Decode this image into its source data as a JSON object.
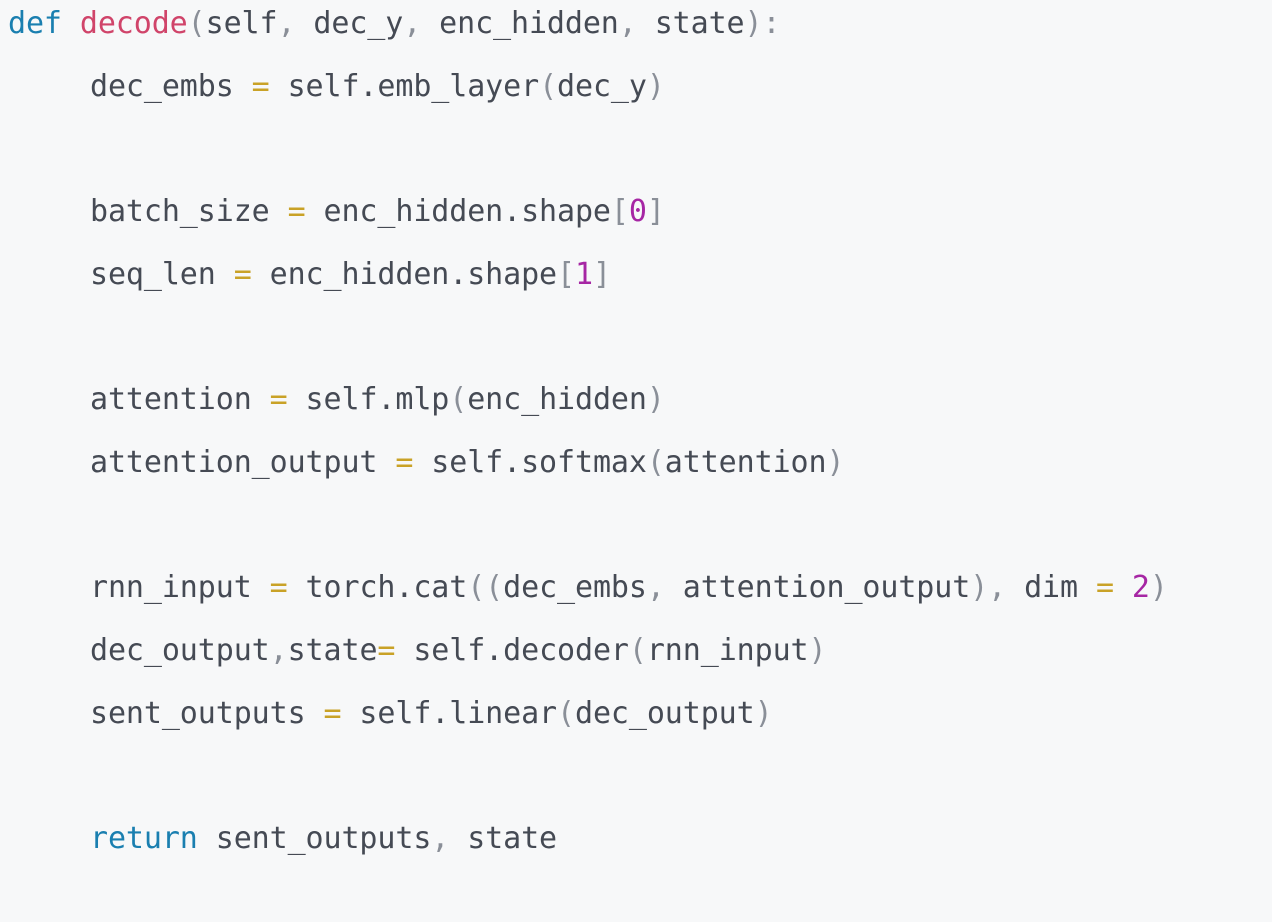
{
  "colors": {
    "background": "#f7f8f9",
    "keyword": "#1a7fb0",
    "function_name": "#d0446a",
    "number": "#a626a4",
    "operator": "#c9a227",
    "punctuation": "#8a8f98",
    "text": "#454a54"
  },
  "code": {
    "lines": [
      {
        "tokens": [
          {
            "t": "kw",
            "v": "def"
          },
          {
            "t": "tx",
            "v": " "
          },
          {
            "t": "fn",
            "v": "decode"
          },
          {
            "t": "pn",
            "v": "("
          },
          {
            "t": "tx",
            "v": "self"
          },
          {
            "t": "pn",
            "v": ","
          },
          {
            "t": "tx",
            "v": " dec_y"
          },
          {
            "t": "pn",
            "v": ","
          },
          {
            "t": "tx",
            "v": " enc_hidden"
          },
          {
            "t": "pn",
            "v": ","
          },
          {
            "t": "tx",
            "v": " state"
          },
          {
            "t": "pn",
            "v": "):"
          }
        ]
      },
      {
        "tokens": [
          {
            "t": "tx",
            "v": "dec_embs "
          },
          {
            "t": "op",
            "v": "="
          },
          {
            "t": "tx",
            "v": " self.emb_layer"
          },
          {
            "t": "pn",
            "v": "("
          },
          {
            "t": "tx",
            "v": "dec_y"
          },
          {
            "t": "pn",
            "v": ")"
          }
        ]
      },
      {
        "tokens": []
      },
      {
        "tokens": [
          {
            "t": "tx",
            "v": "batch_size "
          },
          {
            "t": "op",
            "v": "="
          },
          {
            "t": "tx",
            "v": " enc_hidden.shape"
          },
          {
            "t": "pn",
            "v": "["
          },
          {
            "t": "num",
            "v": "0"
          },
          {
            "t": "pn",
            "v": "]"
          }
        ]
      },
      {
        "tokens": [
          {
            "t": "tx",
            "v": "seq_len "
          },
          {
            "t": "op",
            "v": "="
          },
          {
            "t": "tx",
            "v": " enc_hidden.shape"
          },
          {
            "t": "pn",
            "v": "["
          },
          {
            "t": "num",
            "v": "1"
          },
          {
            "t": "pn",
            "v": "]"
          }
        ]
      },
      {
        "tokens": []
      },
      {
        "tokens": [
          {
            "t": "tx",
            "v": "attention "
          },
          {
            "t": "op",
            "v": "="
          },
          {
            "t": "tx",
            "v": " self.mlp"
          },
          {
            "t": "pn",
            "v": "("
          },
          {
            "t": "tx",
            "v": "enc_hidden"
          },
          {
            "t": "pn",
            "v": ")"
          }
        ]
      },
      {
        "tokens": [
          {
            "t": "tx",
            "v": "attention_output "
          },
          {
            "t": "op",
            "v": "="
          },
          {
            "t": "tx",
            "v": " self.softmax"
          },
          {
            "t": "pn",
            "v": "("
          },
          {
            "t": "tx",
            "v": "attention"
          },
          {
            "t": "pn",
            "v": ")"
          }
        ]
      },
      {
        "tokens": []
      },
      {
        "tokens": [
          {
            "t": "tx",
            "v": "rnn_input "
          },
          {
            "t": "op",
            "v": "="
          },
          {
            "t": "tx",
            "v": " torch.cat"
          },
          {
            "t": "pn",
            "v": "(("
          },
          {
            "t": "tx",
            "v": "dec_embs"
          },
          {
            "t": "pn",
            "v": ","
          },
          {
            "t": "tx",
            "v": " attention_output"
          },
          {
            "t": "pn",
            "v": "),"
          },
          {
            "t": "tx",
            "v": " dim "
          },
          {
            "t": "op",
            "v": "="
          },
          {
            "t": "tx",
            "v": " "
          },
          {
            "t": "num",
            "v": "2"
          },
          {
            "t": "pn",
            "v": ")"
          }
        ]
      },
      {
        "tokens": [
          {
            "t": "tx",
            "v": "dec_output"
          },
          {
            "t": "pn",
            "v": ","
          },
          {
            "t": "tx",
            "v": "state"
          },
          {
            "t": "op",
            "v": "="
          },
          {
            "t": "tx",
            "v": " self.decoder"
          },
          {
            "t": "pn",
            "v": "("
          },
          {
            "t": "tx",
            "v": "rnn_input"
          },
          {
            "t": "pn",
            "v": ")"
          }
        ]
      },
      {
        "tokens": [
          {
            "t": "tx",
            "v": "sent_outputs "
          },
          {
            "t": "op",
            "v": "="
          },
          {
            "t": "tx",
            "v": " self.linear"
          },
          {
            "t": "pn",
            "v": "("
          },
          {
            "t": "tx",
            "v": "dec_output"
          },
          {
            "t": "pn",
            "v": ")"
          }
        ]
      },
      {
        "tokens": []
      },
      {
        "tokens": [
          {
            "t": "kw",
            "v": "return"
          },
          {
            "t": "tx",
            "v": " sent_outputs"
          },
          {
            "t": "pn",
            "v": ","
          },
          {
            "t": "tx",
            "v": " state"
          }
        ]
      }
    ]
  }
}
